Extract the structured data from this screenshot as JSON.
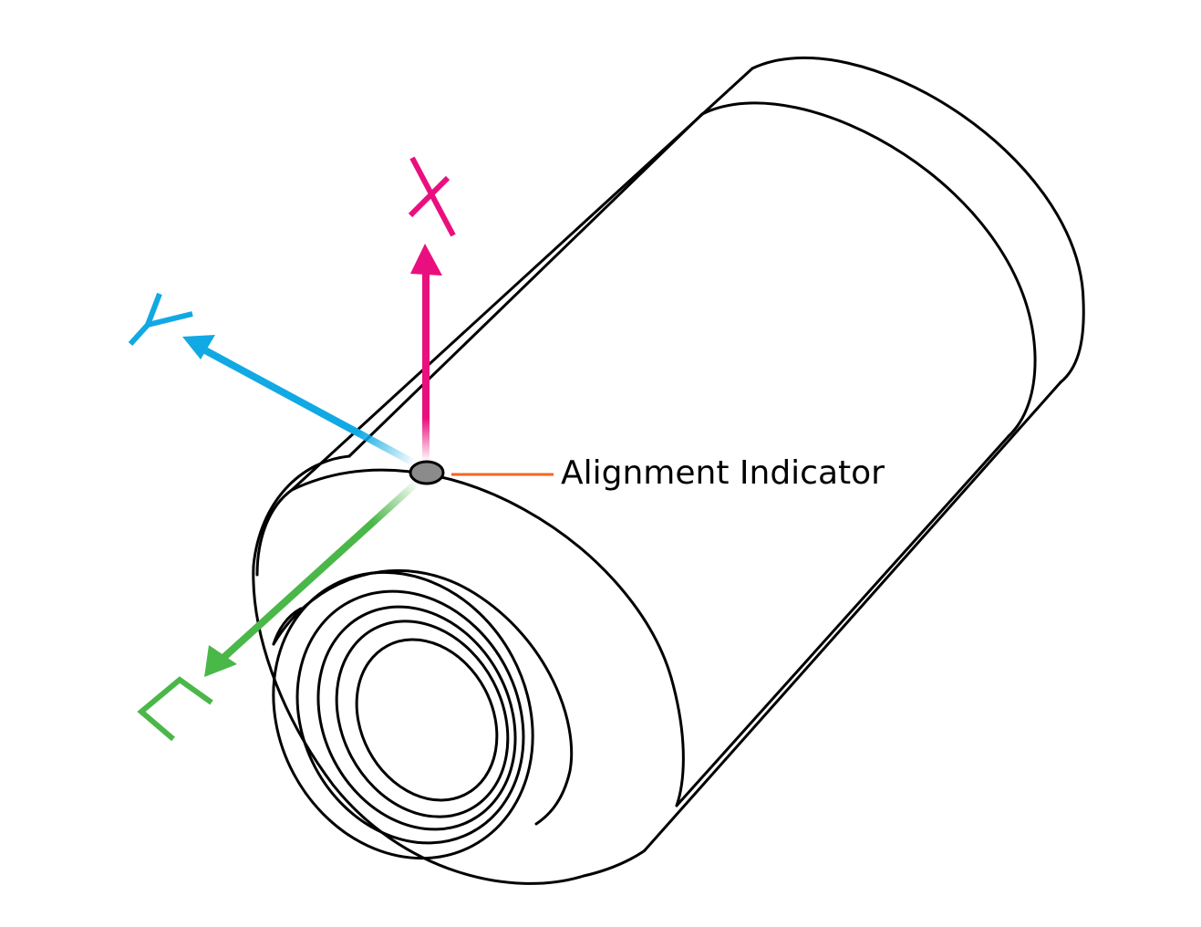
{
  "callout": {
    "label": "Alignment Indicator"
  },
  "axes": {
    "x": {
      "label": "X"
    },
    "y": {
      "label": "Y"
    },
    "z": {
      "label": "Z"
    }
  },
  "colors": {
    "outline": "#000000",
    "x_axis": "#ea0f7e",
    "y_axis": "#11a9e4",
    "z_axis": "#4ab749",
    "indicator_fill": "#8b8b8b",
    "leader_line": "#f26522"
  }
}
